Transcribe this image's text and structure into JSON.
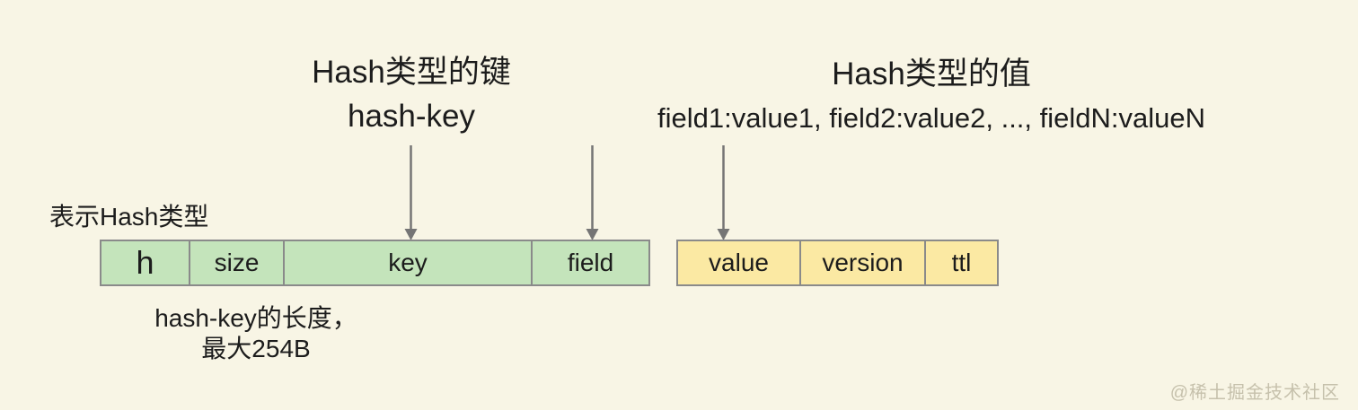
{
  "colors": {
    "background": "#f8f5e5",
    "key_box_fill": "#c4e4bb",
    "value_box_fill": "#fbe9a3",
    "box_border": "#8a8a8a",
    "arrow": "#757575",
    "text": "#1c1c1c",
    "watermark": "#c6c1ac"
  },
  "key_section": {
    "title": "Hash类型的键",
    "subtitle": "hash-key"
  },
  "value_section": {
    "title": "Hash类型的值",
    "subtitle": "field1:value1, field2:value2, ..., fieldN:valueN"
  },
  "annotations": {
    "type_label": "表示Hash类型",
    "key_length_note_line1": "hash-key的长度，",
    "key_length_note_line2": "最大254B"
  },
  "key_record": {
    "cells": [
      {
        "label": "h"
      },
      {
        "label": "size"
      },
      {
        "label": "key"
      },
      {
        "label": "field"
      }
    ]
  },
  "value_record": {
    "cells": [
      {
        "label": "value"
      },
      {
        "label": "version"
      },
      {
        "label": "ttl"
      }
    ]
  },
  "watermark": "@稀土掘金技术社区"
}
